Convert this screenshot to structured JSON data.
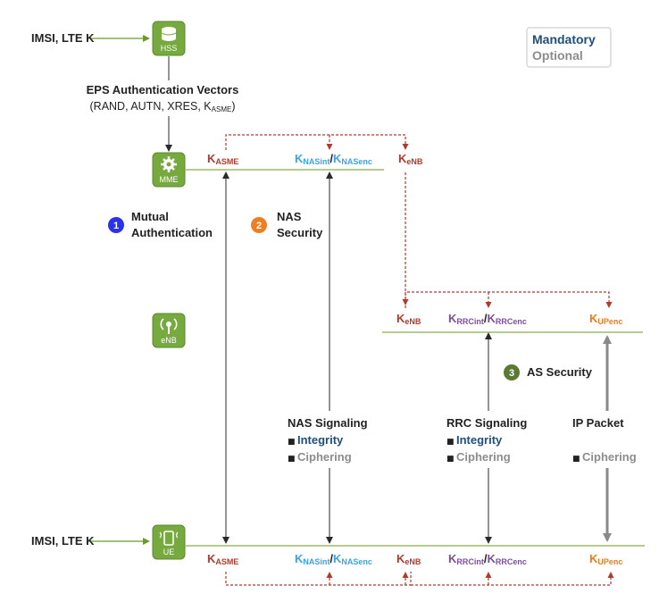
{
  "nodes": {
    "hss": {
      "label": "HSS",
      "icon": "database-icon"
    },
    "mme": {
      "label": "MME",
      "icon": "gear-icon"
    },
    "enb": {
      "label": "eNB",
      "icon": "antenna-icon"
    },
    "ue": {
      "label": "UE",
      "icon": "phone-icon"
    }
  },
  "inputs": {
    "hss_input": "IMSI, LTE K",
    "ue_input": "IMSI, LTE K"
  },
  "vectors": {
    "title": "EPS Authentication Vectors",
    "detail_pre": "(RAND, AUTN, XRES, K",
    "detail_sub": "ASME",
    "detail_post": ")"
  },
  "legend": {
    "mandatory": "Mandatory",
    "optional": "Optional"
  },
  "keys": {
    "k": "K",
    "asme": "ASME",
    "nasint": "NASint",
    "nasenc": "NASenc",
    "enb": "eNB",
    "rrcint": "RRCint",
    "rrcenc": "RRCenc",
    "upenc": "UPenc",
    "slash": "/"
  },
  "steps": {
    "mutual": {
      "num": "1",
      "line1": "Mutual",
      "line2": "Authentication"
    },
    "nas": {
      "num": "2",
      "line1": "NAS",
      "line2": "Security"
    },
    "as": {
      "num": "3",
      "line1": "AS Security"
    }
  },
  "signaling": {
    "nas": {
      "title": "NAS Signaling",
      "item1": "Integrity",
      "item2": "Ciphering"
    },
    "rrc": {
      "title": "RRC Signaling",
      "item1": "Integrity",
      "item2": "Ciphering"
    },
    "ip": {
      "title": "IP Packet",
      "item1": "Ciphering"
    }
  },
  "bullet": "■",
  "colors": {
    "node_fill": "#76a93e",
    "line_green": "#b5cc8e",
    "key_red": "#b03a2e",
    "nas_blue": "#3aa3e8",
    "rrc_purple": "#7b4f9d",
    "up_orange": "#ee7a1c",
    "step1": "#2a33e8",
    "step2": "#ef7d22",
    "step3": "#5a7a32",
    "mandatory": "#1f4e79",
    "optional": "#8c8c8c"
  }
}
